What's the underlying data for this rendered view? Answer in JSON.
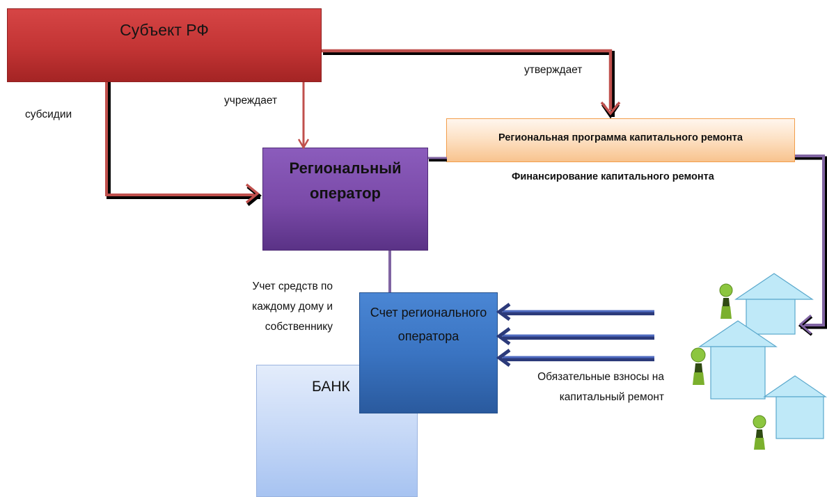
{
  "boxes": {
    "subject": "Субъект РФ",
    "operator": "Региональный оператор",
    "program": "Региональная программа капитального ремонта",
    "bank": "БАНК",
    "account": "Счет регионального оператора"
  },
  "edge_labels": {
    "subsidies": "субсидии",
    "establishes": "учреждает",
    "approves": "утверждает",
    "financing": "Финансирование капитального ремонта",
    "accounting": "Учет средств по каждому дому и собственнику",
    "contributions": "Обязательные взносы на капитальный ремонт"
  },
  "colors": {
    "subject": "#c23434",
    "operator": "#7a4aa8",
    "program": "#fde2c6",
    "account": "#3a74c2",
    "bank": "#c7d9f7",
    "red_line": "#c0504d",
    "purple_line": "#8064a2",
    "house": "#bfe9f8",
    "person": "#7bb02d"
  }
}
